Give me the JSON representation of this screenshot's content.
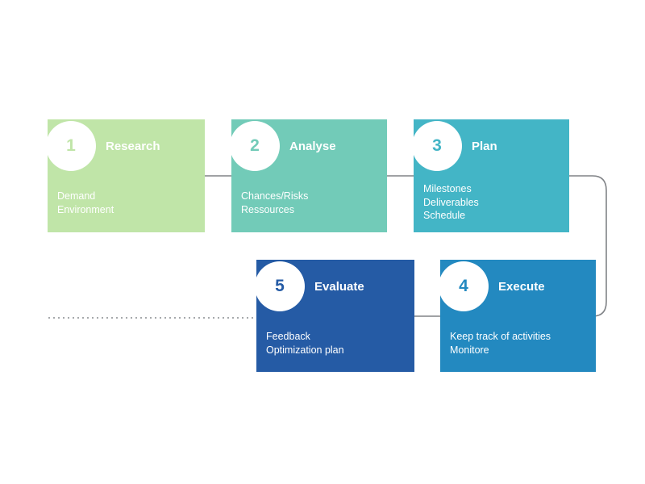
{
  "diagram": {
    "background": "#ffffff",
    "connector_color": "#808387",
    "steps": [
      {
        "number": "1",
        "title": "Research",
        "color": "#c0e5a8",
        "lines": [
          "Demand",
          "Environment"
        ]
      },
      {
        "number": "2",
        "title": "Analyse",
        "color": "#72cbb8",
        "lines": [
          "Chances/Risks",
          "Ressources"
        ]
      },
      {
        "number": "3",
        "title": "Plan",
        "color": "#43b5c6",
        "lines": [
          "Milestones",
          "Deliverables",
          "Schedule"
        ]
      },
      {
        "number": "4",
        "title": "Execute",
        "color": "#2389c0",
        "lines": [
          "Keep track of activities",
          "Monitore"
        ]
      },
      {
        "number": "5",
        "title": "Evaluate",
        "color": "#255ba5",
        "lines": [
          "Feedback",
          "Optimization plan"
        ]
      }
    ]
  }
}
